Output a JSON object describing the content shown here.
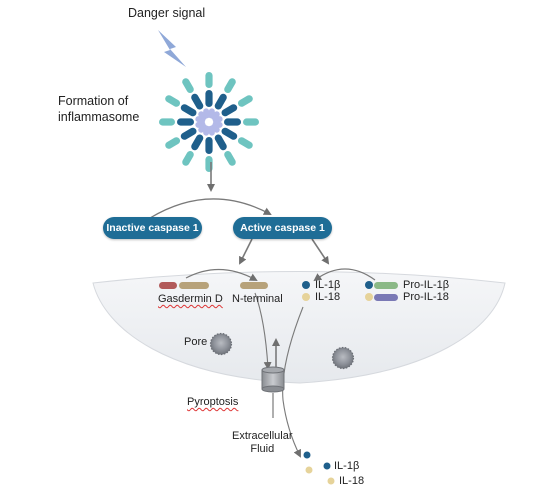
{
  "labels": {
    "danger_signal": "Danger signal",
    "formation": "Formation of\ninflammasome",
    "inactive_caspase": "Inactive caspase 1",
    "active_caspase": "Active caspase 1",
    "gasdermin_d": "Gasdermin D",
    "n_terminal": "N-terminal",
    "il1b": "IL-1β",
    "il18": "IL-18",
    "pro_il1b": "Pro-IL-1β",
    "pro_il18": "Pro-IL-18",
    "pore": "Pore",
    "pyroptosis": "Pyroptosis",
    "extracellular_fluid": "Extracellular\nFluid",
    "out_il1b": "IL-1β",
    "out_il18": "IL-18"
  },
  "colors": {
    "caspase_pill": "#1f6d96",
    "lightning": "#8fa8d8",
    "inflammasome_dark": "#1f5f8b",
    "inflammasome_teal": "#6ec4c0",
    "inflammasome_lavender": "#b3b9e8",
    "il1b_dot": "#1f5f8b",
    "il18_dot": "#e6d39a",
    "gasdermin_red": "#b25a5a",
    "gasdermin_tan": "#b7a27a",
    "pro_il1b_green": "#8bb987",
    "pro_il18_purple": "#7a79b5",
    "cell_fill": "#eef0f3",
    "arrow": "#7a7a7a"
  }
}
